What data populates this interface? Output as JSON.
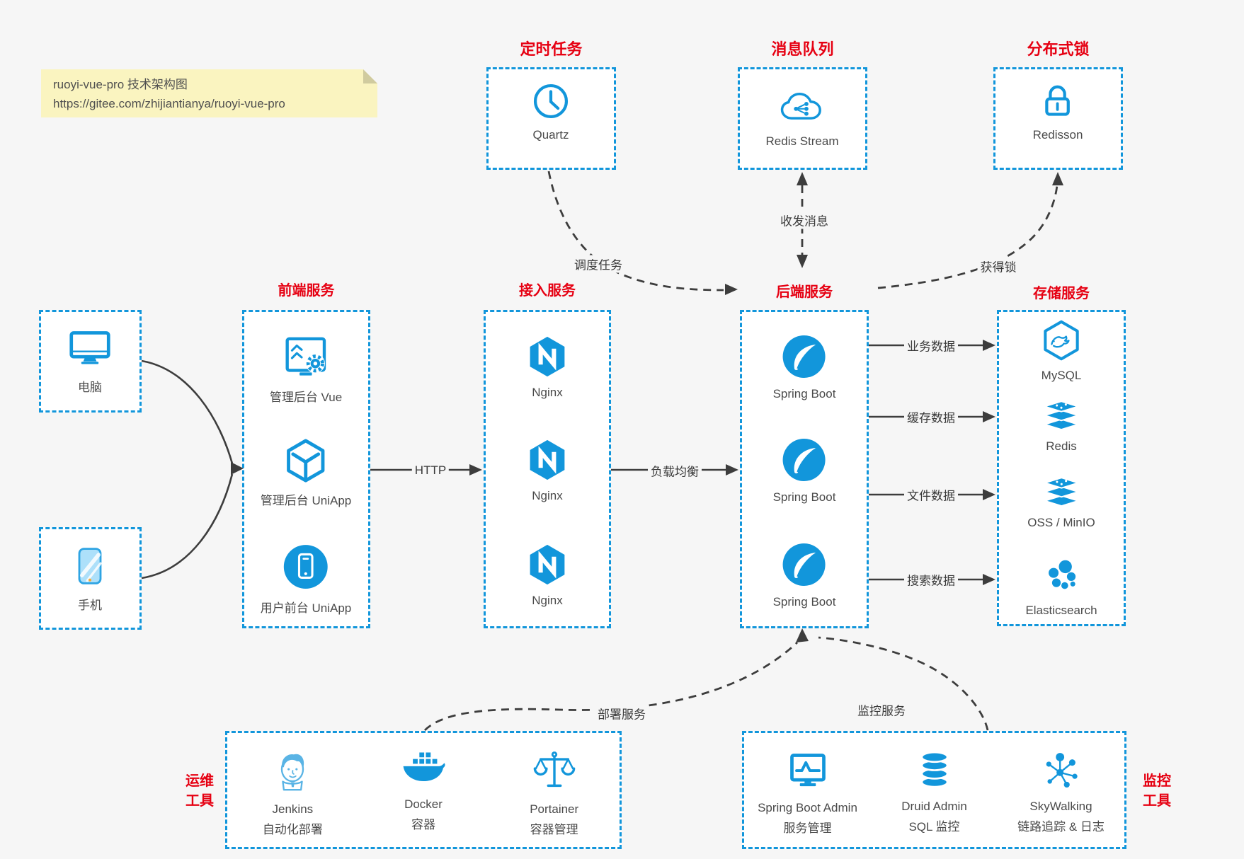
{
  "note": {
    "title": "ruoyi-vue-pro 技术架构图",
    "url": "https://gitee.com/zhijiantianya/ruoyi-vue-pro"
  },
  "top_groups": [
    {
      "title": "定时任务",
      "icon": "clock-icon",
      "label": "Quartz"
    },
    {
      "title": "消息队列",
      "icon": "cloud-queue-icon",
      "label": "Redis Stream"
    },
    {
      "title": "分布式锁",
      "icon": "lock-icon",
      "label": "Redisson"
    }
  ],
  "clients": [
    {
      "icon": "computer-icon",
      "label": "电脑"
    },
    {
      "icon": "phone-icon",
      "label": "手机"
    }
  ],
  "frontend": {
    "title": "前端服务",
    "items": [
      {
        "icon": "admin-vue-icon",
        "label": "管理后台 Vue"
      },
      {
        "icon": "uniapp-icon",
        "label": "管理后台 UniApp"
      },
      {
        "icon": "user-app-icon",
        "label": "用户前台 UniApp"
      }
    ]
  },
  "gateway": {
    "title": "接入服务",
    "items": [
      {
        "icon": "nginx-icon",
        "label": "Nginx"
      },
      {
        "icon": "nginx-icon",
        "label": "Nginx"
      },
      {
        "icon": "nginx-icon",
        "label": "Nginx"
      }
    ]
  },
  "backend": {
    "title": "后端服务",
    "items": [
      {
        "icon": "spring-boot-icon",
        "label": "Spring Boot"
      },
      {
        "icon": "spring-boot-icon",
        "label": "Spring Boot"
      },
      {
        "icon": "spring-boot-icon",
        "label": "Spring Boot"
      }
    ]
  },
  "storage": {
    "title": "存储服务",
    "items": [
      {
        "icon": "mysql-icon",
        "label": "MySQL"
      },
      {
        "icon": "redis-icon",
        "label": "Redis"
      },
      {
        "icon": "oss-minio-icon",
        "label": "OSS / MinIO"
      },
      {
        "icon": "elasticsearch-icon",
        "label": "Elasticsearch"
      }
    ]
  },
  "ops_tools": {
    "title_line1": "运维",
    "title_line2": "工具",
    "items": [
      {
        "icon": "jenkins-icon",
        "label": "Jenkins",
        "sublabel": "自动化部署"
      },
      {
        "icon": "docker-icon",
        "label": "Docker",
        "sublabel": "容器"
      },
      {
        "icon": "portainer-icon",
        "label": "Portainer",
        "sublabel": "容器管理"
      }
    ]
  },
  "monitor_tools": {
    "title_line1": "监控",
    "title_line2": "工具",
    "items": [
      {
        "icon": "spring-boot-admin-icon",
        "label": "Spring Boot Admin",
        "sublabel": "服务管理"
      },
      {
        "icon": "druid-icon",
        "label": "Druid Admin",
        "sublabel": "SQL 监控"
      },
      {
        "icon": "skywalking-icon",
        "label": "SkyWalking",
        "sublabel": "链路追踪 & 日志"
      }
    ]
  },
  "edges": {
    "schedule": "调度任务",
    "message": "收发消息",
    "acquire_lock": "获得锁",
    "http": "HTTP",
    "load_balance": "负载均衡",
    "business_data": "业务数据",
    "cache_data": "缓存数据",
    "file_data": "文件数据",
    "search_data": "搜索数据",
    "deploy": "部署服务",
    "monitoring": "监控服务"
  },
  "colors": {
    "accent_blue": "#1296db",
    "title_red": "#e60012",
    "arrow_dark": "#3d3d3d",
    "note_bg": "#faf4c0",
    "canvas_bg": "#f6f6f6"
  }
}
